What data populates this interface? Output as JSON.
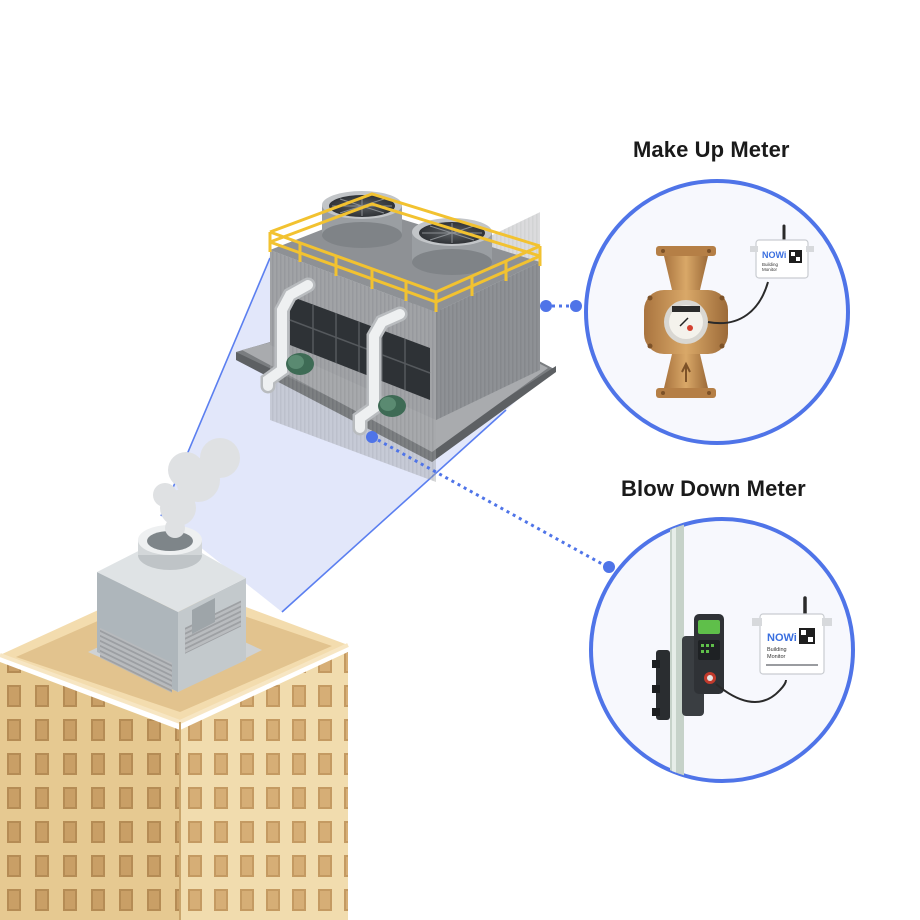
{
  "labels": {
    "make_up_meter": "Make Up Meter",
    "blow_down_meter": "Blow Down Meter"
  },
  "sensor_devices": {
    "brand": "NOWi",
    "device_name_line1": "Building",
    "device_name_line2": "Monitor"
  },
  "colors": {
    "accent_blue": "#4f74e8",
    "zoom_fill": "#dfe4f9",
    "building_tan": "#e9cc98",
    "railing_yellow": "#f2c230",
    "meter_brass": "#c9955a"
  },
  "icons": {
    "building": "tower-building-icon",
    "cooling_tower": "cooling-tower-icon",
    "water_meter": "water-meter-icon",
    "flow_meter": "inline-flow-meter-icon",
    "sensor": "wireless-sensor-icon"
  }
}
